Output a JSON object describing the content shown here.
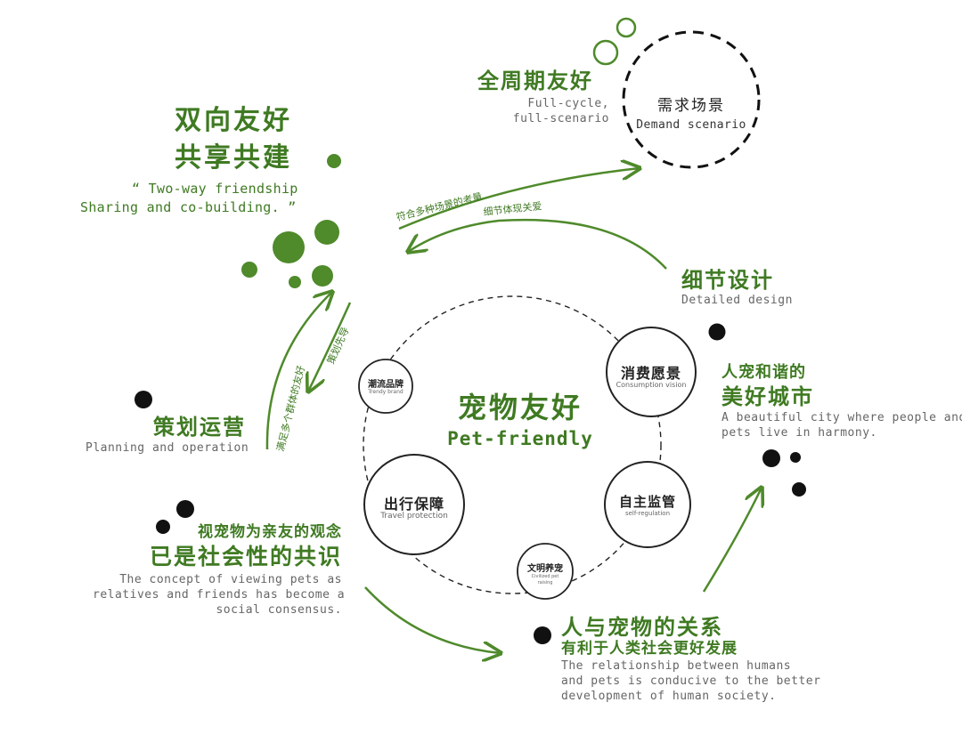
{
  "top_right": {
    "title_cn": "全周期友好",
    "sub_en_1": "Full-cycle,",
    "sub_en_2": "full-scenario",
    "circle_cn": "需求场景",
    "circle_en": "Demand scenario"
  },
  "top_left": {
    "title_cn_1": "双向友好",
    "title_cn_2": "共享共建",
    "quote_1": "“ Two-way friendship",
    "quote_2": "Sharing and co-building. ”"
  },
  "arcs": {
    "upper_outer": "符合多种场景的考量",
    "upper_inner": "细节体现关爱",
    "left_outer": "满足多个群体的友好",
    "left_inner": "策划先导"
  },
  "detail": {
    "cn": "细节设计",
    "en": "Detailed design"
  },
  "planning": {
    "cn": "策划运营",
    "en": "Planning and operation"
  },
  "city": {
    "cn_1": "人宠和谐的",
    "cn_2": "美好城市",
    "en_1": "A beautiful city where people and",
    "en_2": "pets live in harmony."
  },
  "center": {
    "cn": "宠物友好",
    "en": "Pet-friendly"
  },
  "nodes": {
    "trendy": {
      "cn": "潮流品牌",
      "en": "Trendy brand"
    },
    "consumption": {
      "cn": "消费愿景",
      "en": "Consumption vision"
    },
    "travel": {
      "cn": "出行保障",
      "en": "Travel protection"
    },
    "self_reg": {
      "cn": "自主监管",
      "en": "self-regulation"
    },
    "civilized": {
      "cn": "文明养宠",
      "en_1": "Civilized pet",
      "en_2": "raising"
    }
  },
  "consensus": {
    "cn_1": "视宠物为亲友的观念",
    "cn_2": "已是社会性的共识",
    "en_1": "The concept of viewing pets as",
    "en_2": "relatives and friends has become a",
    "en_3": "social consensus."
  },
  "relation": {
    "cn_1": "人与宠物的关系",
    "cn_2": "有利于人类社会更好发展",
    "en_1": "The relationship between humans",
    "en_2": "and pets is conducive to the better",
    "en_3": "development of human society."
  },
  "colors": {
    "green": "#3f7a22",
    "dot_green": "#4f8a2b",
    "black": "#111111",
    "grey_text": "#666666"
  }
}
